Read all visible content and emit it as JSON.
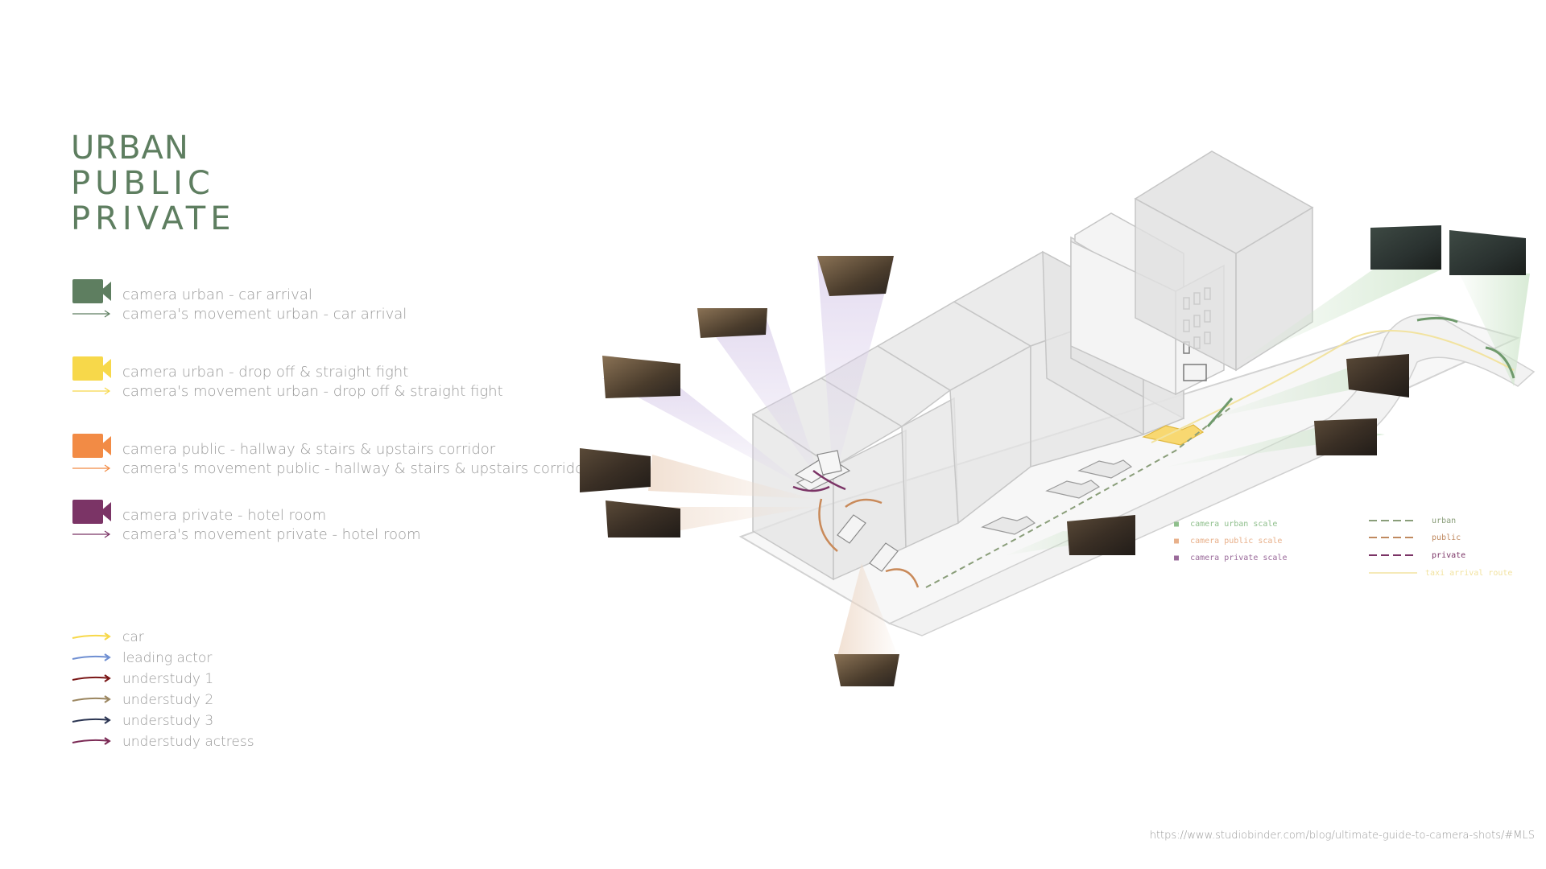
{
  "title_lines": [
    "URBAN",
    "PUBLIC",
    "PRIVATE"
  ],
  "colors": {
    "title": "#5e7e60",
    "urban_car": "#5e7e60",
    "urban_drop": "#f7d84a",
    "public": "#f28b45",
    "private": "#7b3466",
    "text": "#9a9a9a"
  },
  "camera_legend": [
    {
      "icon": "video-camera-icon",
      "color": "#5e7e60",
      "camera": "camera urban - car arrival",
      "movement": "camera's movement urban - car arrival"
    },
    {
      "icon": "video-camera-icon",
      "color": "#f7d84a",
      "camera": "camera urban - drop off & straight fight",
      "movement": "camera's movement urban - drop off & straight fight"
    },
    {
      "icon": "video-camera-icon",
      "color": "#f28b45",
      "camera": "camera public - hallway & stairs & upstairs corridor",
      "movement": "camera's movement public - hallway & stairs & upstairs corridor"
    },
    {
      "icon": "video-camera-icon",
      "color": "#7b3466",
      "camera": "camera private - hotel room",
      "movement": "camera's movement private - hotel room"
    }
  ],
  "actor_legend": [
    {
      "label": "car",
      "color": "#f7d84a"
    },
    {
      "label": "leading actor",
      "color": "#6f8fd2"
    },
    {
      "label": "understudy 1",
      "color": "#7a1717"
    },
    {
      "label": "understudy 2",
      "color": "#9b8660"
    },
    {
      "label": "understudy 3",
      "color": "#2b3552"
    },
    {
      "label": "understudy actress",
      "color": "#7b2a55"
    }
  ],
  "scale_legend": [
    {
      "label": "camera urban scale",
      "color": "#8fbf8c"
    },
    {
      "label": "camera public scale",
      "color": "#e8b08a"
    },
    {
      "label": "camera private scale",
      "color": "#9a6a9a"
    }
  ],
  "route_legend": [
    {
      "label": "urban",
      "color": "#8a9e7a"
    },
    {
      "label": "public",
      "color": "#c08a60"
    },
    {
      "label": "private",
      "color": "#7b3466"
    },
    {
      "label": "taxi arrival route",
      "color": "#f2e3a0"
    }
  ],
  "source": "https://www.studiobinder.com/blog/ultimate-guide-to-camera-shots/#MLS"
}
